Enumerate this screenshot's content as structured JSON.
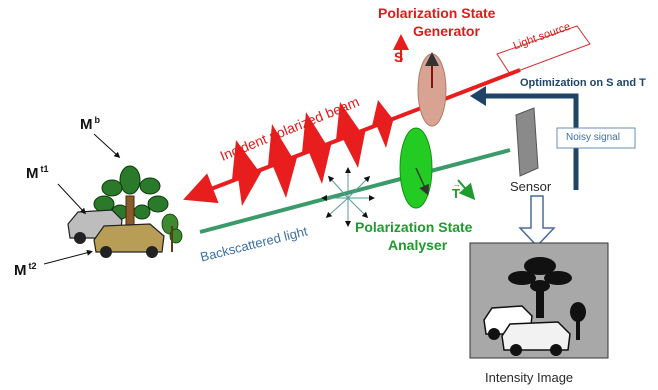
{
  "labels": {
    "psg_line1": "Polarization State",
    "psg_line2": "Generator",
    "psa_line1": "Polarization State",
    "psa_line2": "Analyser",
    "light_source": "Light source",
    "optimization": "Optimization on S and T",
    "noisy_signal": "Noisy signal",
    "sensor": "Sensor",
    "incident_beam": "Incident polarized beam",
    "backscattered": "Backscattered light",
    "intensity_image": "Intensity Image",
    "vec_s": "S",
    "vec_t": "T"
  },
  "models": [
    {
      "base": "M",
      "sup": "b"
    },
    {
      "base": "M",
      "sup": "t1"
    },
    {
      "base": "M",
      "sup": "t2"
    }
  ],
  "colors": {
    "incident_beam": "#e81e1e",
    "backscatter_beam": "#3a9a6a",
    "generator_disk": "#d9a393",
    "analyser_disk": "#22cc22",
    "feedback_arrow": "#1f4468",
    "noisy_box_border": "#6a8db5"
  }
}
